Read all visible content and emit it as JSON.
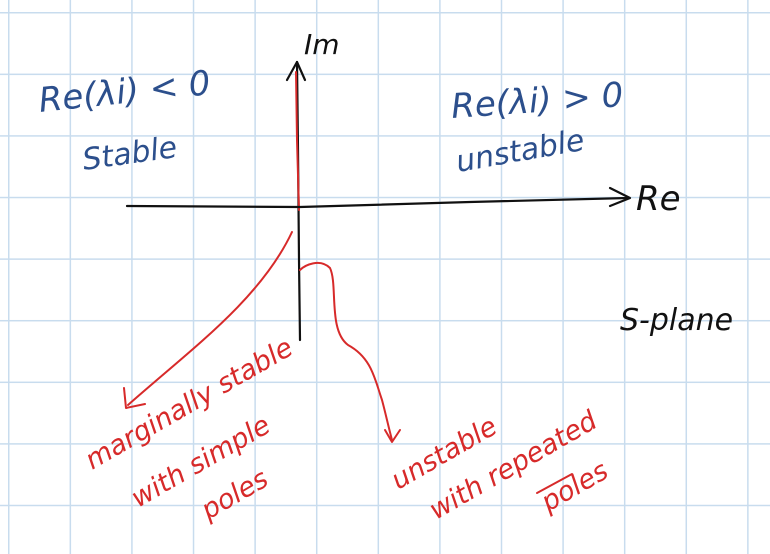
{
  "colors": {
    "grid": "#c8dcee",
    "blue_ink": "#2c4f8c",
    "red_ink": "#d72a2a",
    "black_ink": "#111111"
  },
  "axes": {
    "imaginary_label": "Im",
    "real_label": "Re"
  },
  "regions": {
    "left": {
      "condition": "Re(λi) < 0",
      "label": "Stable"
    },
    "right": {
      "condition": "Re(λi) > 0",
      "label": "unstable"
    }
  },
  "plane_label": "S-plane",
  "annotations": {
    "simple_poles": [
      "marginally stable",
      "with simple",
      "poles"
    ],
    "repeated_poles": [
      "unstable",
      "with repeated",
      "poles"
    ]
  }
}
